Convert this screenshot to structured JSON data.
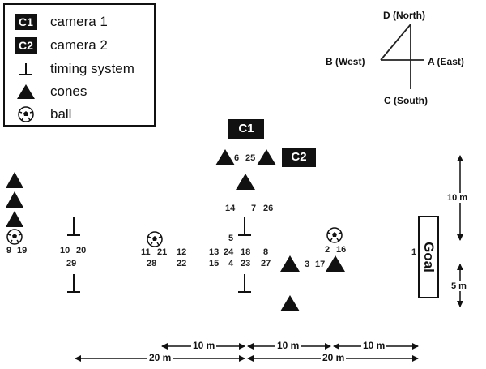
{
  "legend": {
    "items": [
      {
        "symbol": "C1",
        "label": "camera 1"
      },
      {
        "symbol": "C2",
        "label": "camera 2"
      },
      {
        "label": "timing system"
      },
      {
        "label": "cones"
      },
      {
        "label": "ball"
      }
    ]
  },
  "compass": {
    "north": "D (North)",
    "west": "B (West)",
    "east": "A (East)",
    "south": "C (South)"
  },
  "cameras": {
    "c1": "C1",
    "c2": "C2"
  },
  "goal": {
    "label": "Goal"
  },
  "numbers": {
    "n6": "6",
    "n25": "25",
    "n14": "14",
    "n7": "7",
    "n26": "26",
    "n9": "9",
    "n19": "19",
    "n10": "10",
    "n20": "20",
    "n29": "29",
    "n11": "11",
    "n21": "21",
    "n28": "28",
    "n12": "12",
    "n22": "22",
    "n5": "5",
    "n13": "13",
    "n24": "24",
    "n18": "18",
    "n8": "8",
    "n15": "15",
    "n4": "4",
    "n23": "23",
    "n27": "27",
    "n2": "2",
    "n16": "16",
    "n3": "3",
    "n17": "17",
    "n1": "1"
  },
  "distances": {
    "upper_10m_a": "10 m",
    "upper_10m_b": "10 m",
    "upper_10m_c": "10 m",
    "lower_20m_a": "20 m",
    "lower_20m_b": "20 m",
    "vertical_10m": "10 m",
    "vertical_5m": "5 m"
  }
}
